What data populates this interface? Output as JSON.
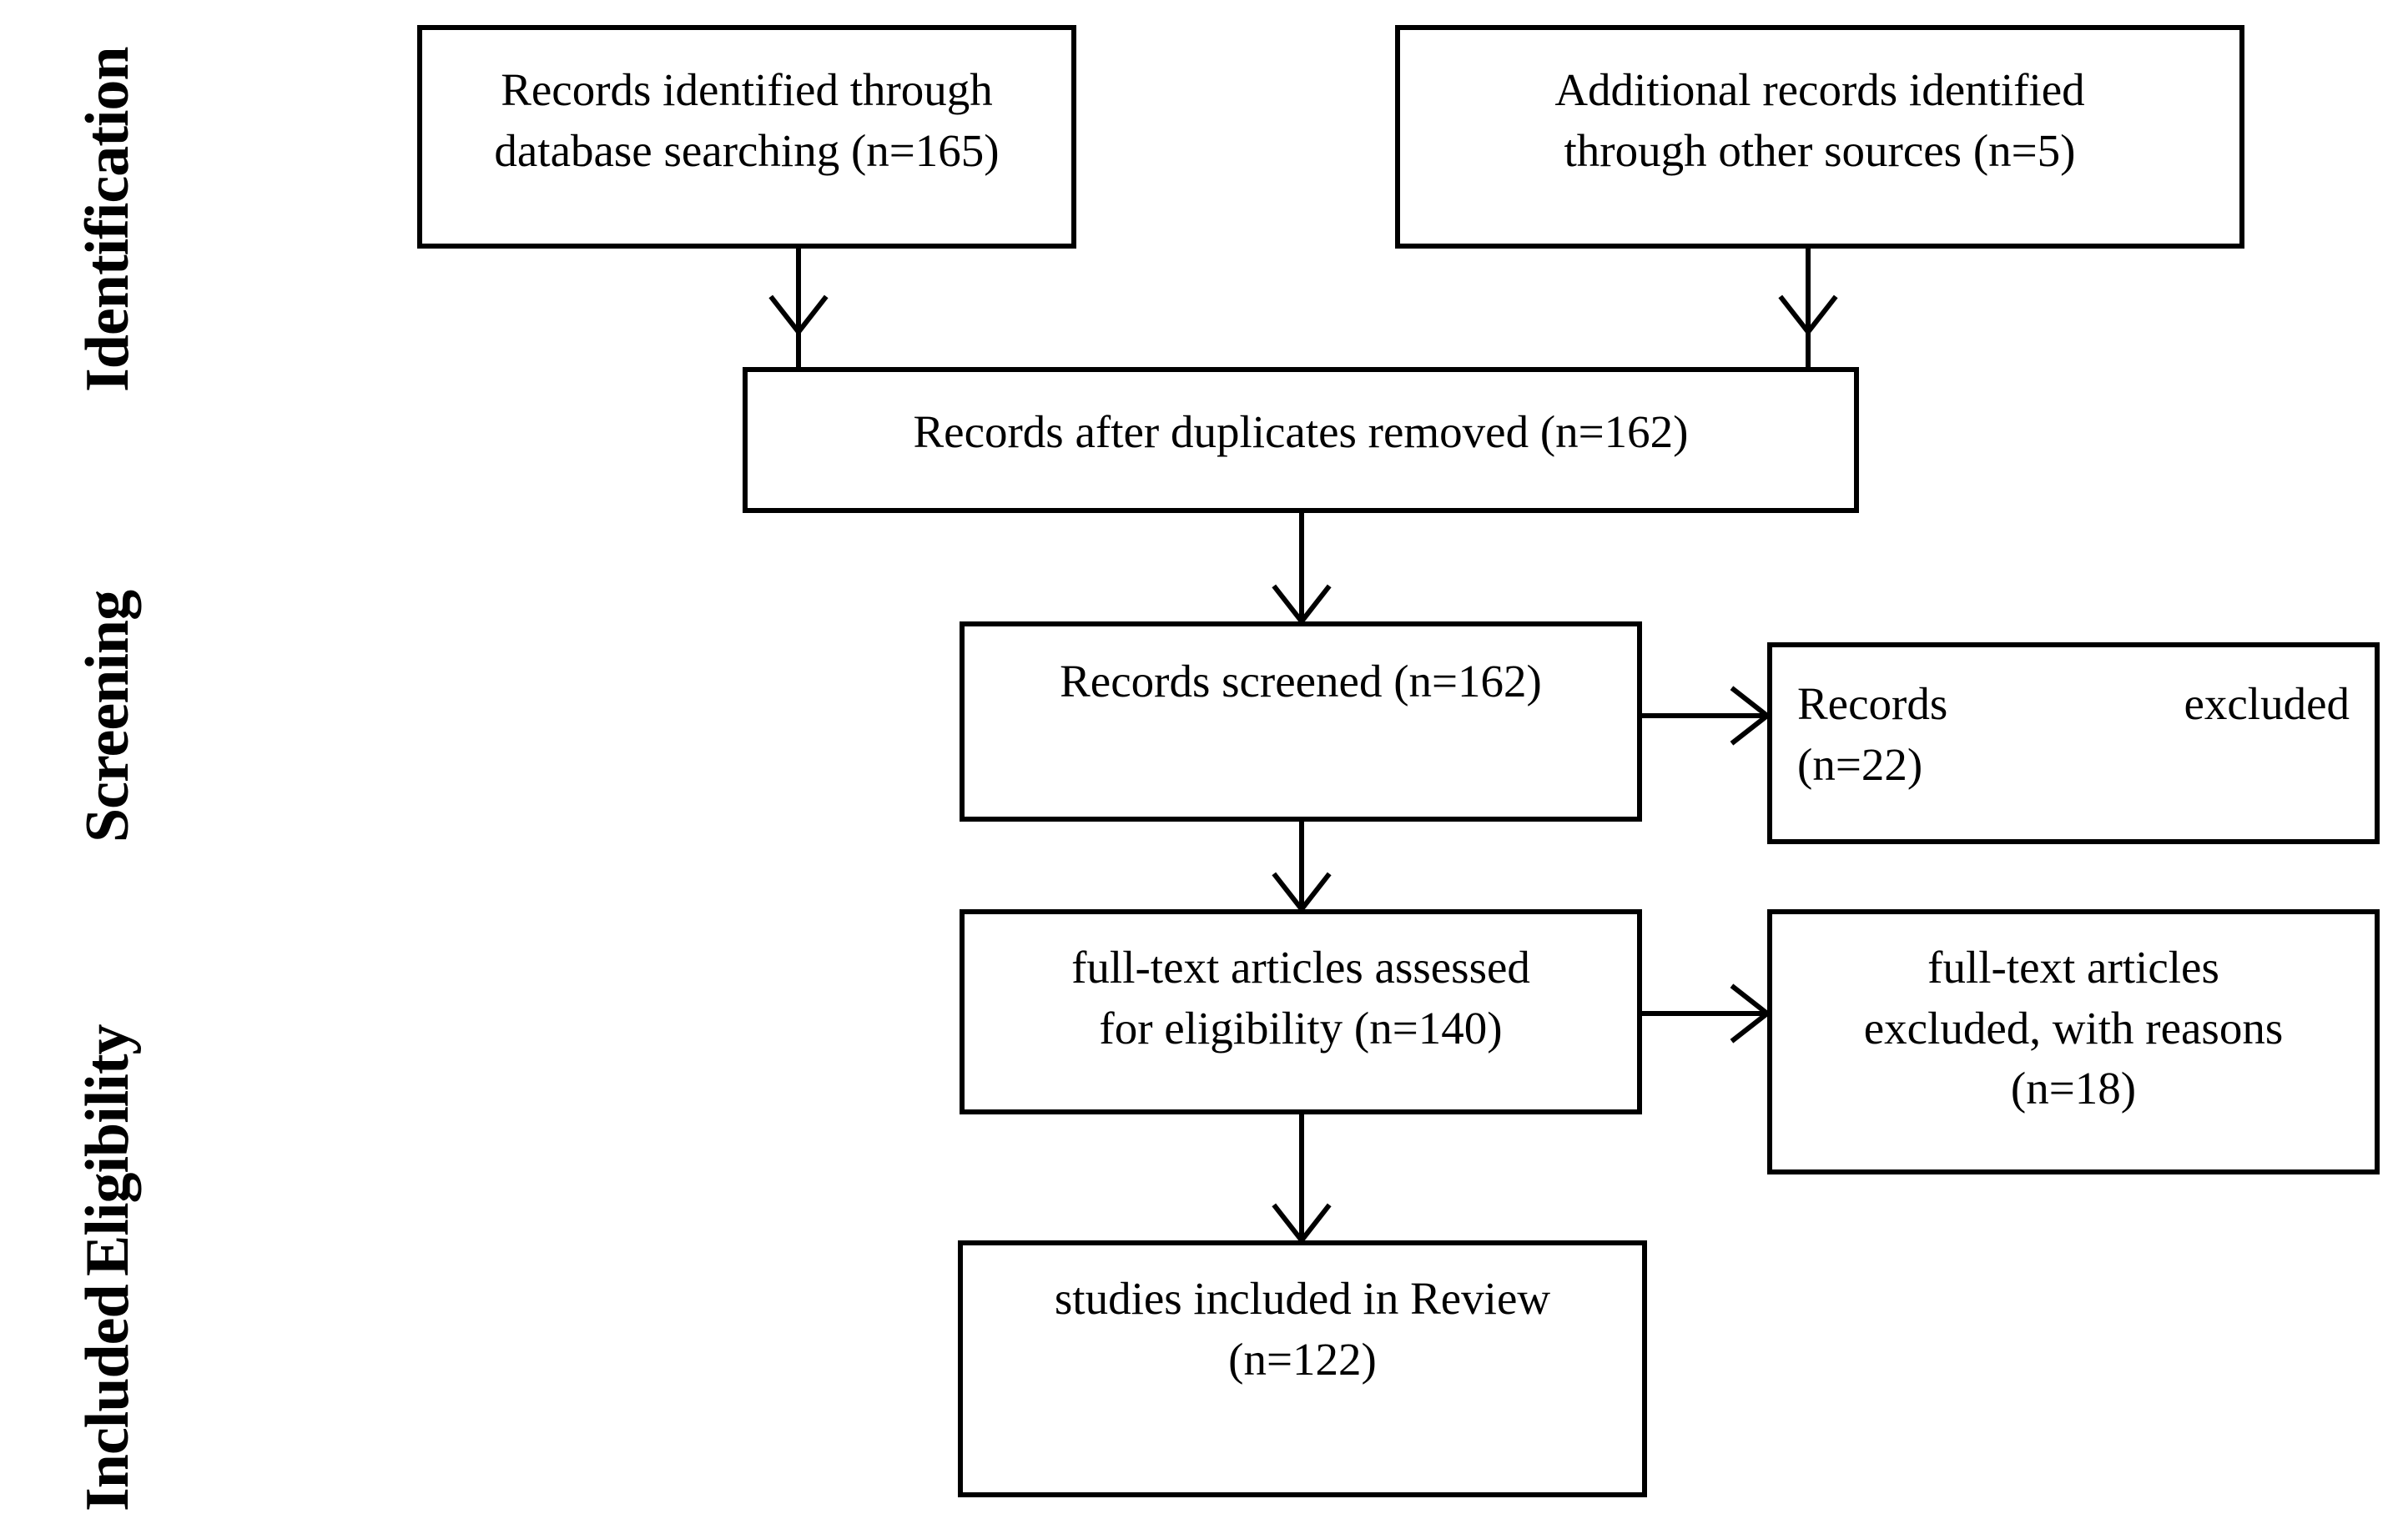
{
  "diagram": {
    "type": "prisma-flow-diagram",
    "stages": [
      {
        "id": "identification",
        "label": "Identification"
      },
      {
        "id": "screening",
        "label": "Screening"
      },
      {
        "id": "eligibility",
        "label": "Eligibility"
      },
      {
        "id": "included",
        "label": "Included"
      }
    ],
    "boxes": [
      {
        "id": "records-identified-database",
        "stage": "identification",
        "line1": "Records identified through",
        "line2": "database searching (n=165)",
        "n": 165
      },
      {
        "id": "additional-records-other-sources",
        "stage": "identification",
        "line1": "Additional records identified",
        "line2": "through other sources (n=5)",
        "n": 5
      },
      {
        "id": "records-after-duplicates-removed",
        "stage": "identification",
        "line1": "Records after duplicates removed (n=162)",
        "n": 162
      },
      {
        "id": "records-screened",
        "stage": "screening",
        "line1": "Records screened (n=162)",
        "n": 162
      },
      {
        "id": "records-excluded",
        "stage": "screening",
        "line1": "Records excluded",
        "line2": "(n=22)",
        "n": 22
      },
      {
        "id": "full-text-assessed",
        "stage": "eligibility",
        "line1": "full-text articles assessed",
        "line2": "for eligibility (n=140)",
        "n": 140
      },
      {
        "id": "full-text-excluded",
        "stage": "eligibility",
        "line1": "full-text articles",
        "line2": "excluded, with reasons",
        "line3": "(n=18)",
        "n": 18
      },
      {
        "id": "studies-included",
        "stage": "included",
        "line1": "studies included in Review",
        "line2": "(n=122)",
        "n": 122
      }
    ],
    "colors": {
      "stroke": "#000000",
      "fill": "#ffffff",
      "text": "#000000"
    }
  }
}
